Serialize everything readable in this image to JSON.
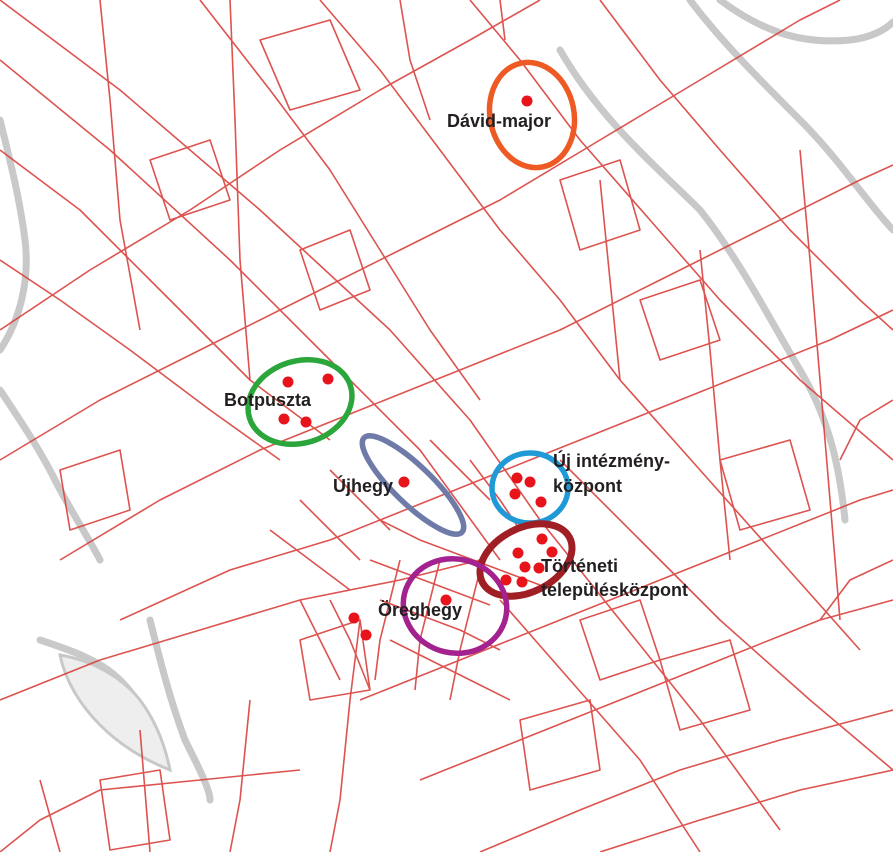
{
  "labels": {
    "david_major": "Dávid-major",
    "botpuszta": "Botpuszta",
    "ujhegy": "Újhegy",
    "uj_intezmeny_1": "Új intézmény-",
    "uj_intezmeny_2": "központ",
    "torteneti_1": "Történeti",
    "torteneti_2": "településközpont",
    "oreghegy": "Öreghegy"
  },
  "colors": {
    "parcel_line": "#d9413d",
    "dot": "#e8141c",
    "david_major": "#ee5a24",
    "botpuszta": "#2aa63b",
    "ujhegy": "#6e7aa8",
    "uj_intezmeny": "#1f9ad6",
    "torteneti": "#a01f24",
    "oreghegy": "#a3228f",
    "water_edge": "#bdbdbd"
  }
}
